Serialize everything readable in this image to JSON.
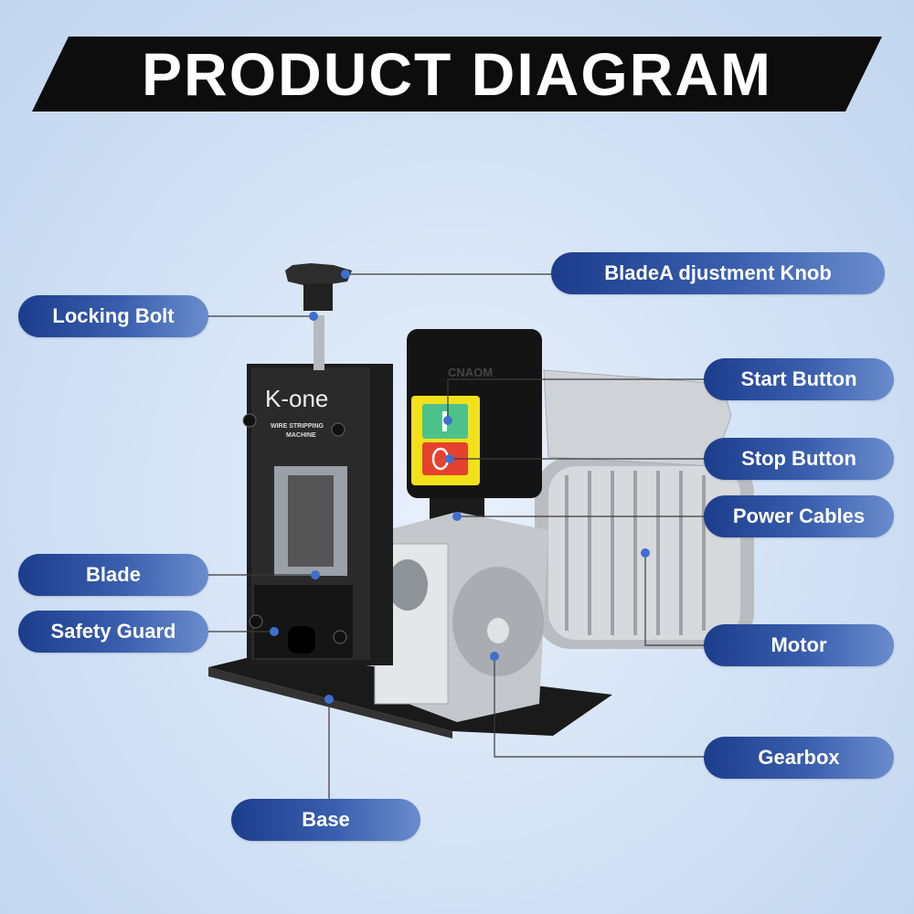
{
  "title": "PRODUCT DIAGRAM",
  "machine": {
    "brand": "K-one",
    "subtitle": "WIRE STRIPPING MACHINE",
    "switch_brand": "CNAOM"
  },
  "labels": {
    "blade_adjustment_knob": "BladeA djustment Knob",
    "locking_bolt": "Locking Bolt",
    "start_button": "Start Button",
    "stop_button": "Stop Button",
    "power_cables": "Power Cables",
    "blade": "Blade",
    "safety_guard": "Safety Guard",
    "motor": "Motor",
    "gearbox": "Gearbox",
    "base": "Base"
  },
  "colors": {
    "label_dark": "#1c3d8c",
    "label_light": "#6b8ccc",
    "dot": "#3f6fcf",
    "banner": "#0d0d0d"
  }
}
